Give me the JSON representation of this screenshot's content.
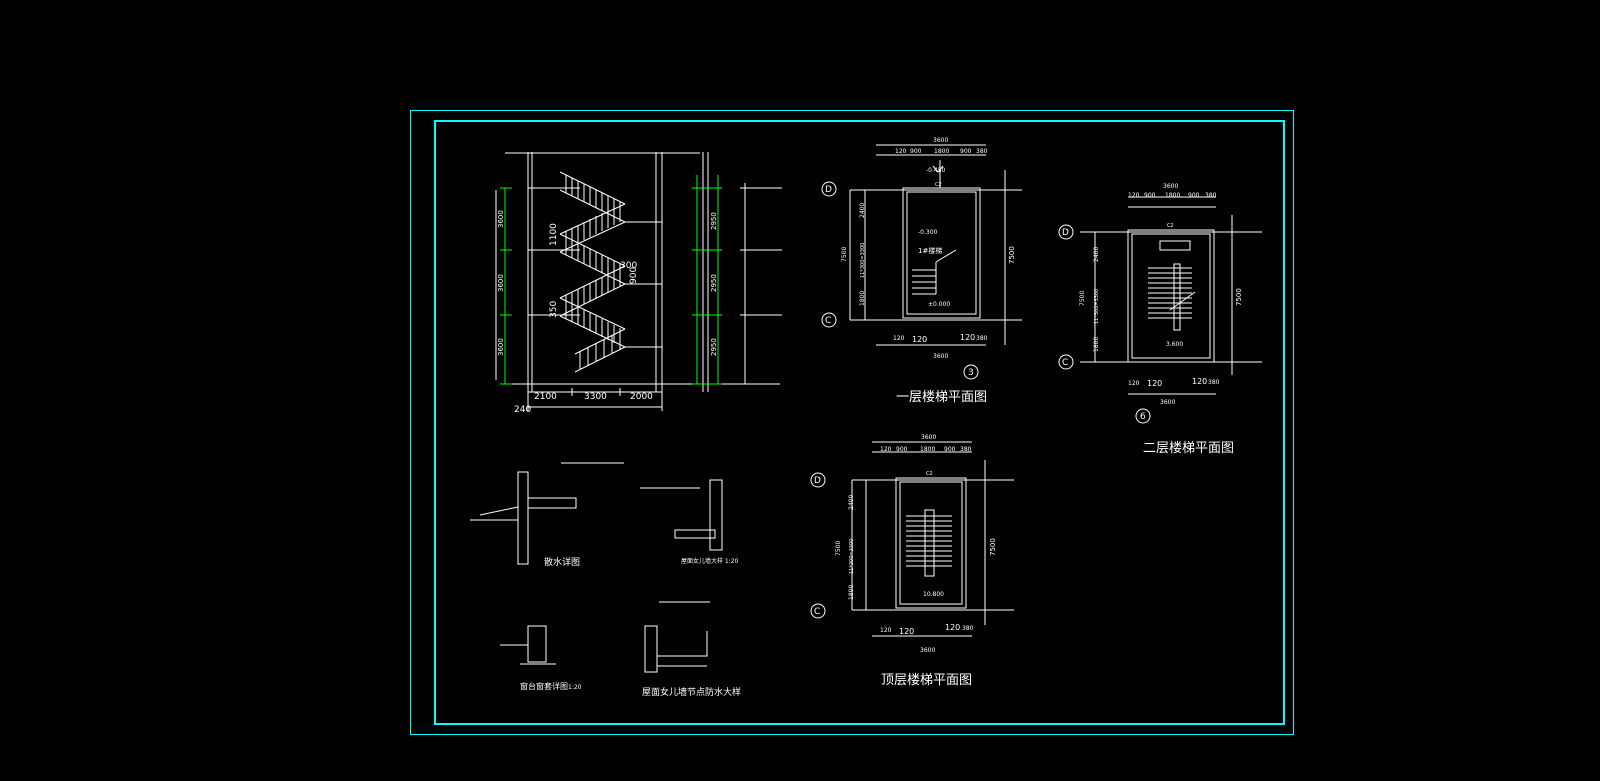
{
  "frame_color": "#00ffff",
  "line_color": "#ffffff",
  "dim_color": "#00ff00",
  "section": {
    "dims_bottom": [
      "2100",
      "3300",
      "2000"
    ],
    "dim_240": "240",
    "dims_left": [
      "3600",
      "3600",
      "3600"
    ],
    "dims_right": [
      "2950",
      "2950",
      "2950"
    ],
    "label_1100": "1100",
    "label_900": "900",
    "label_300": "300",
    "label_350": "350"
  },
  "plan1": {
    "title": "一层楼梯平面图",
    "axis_top": "D",
    "axis_bottom": "C",
    "axis_col": "3",
    "dim_top": "3600",
    "dims_top2": [
      "120",
      "900",
      "1800",
      "900",
      "380"
    ],
    "dim_bottom": "3600",
    "dims_bottom2": [
      "120",
      "120",
      "120",
      "380"
    ],
    "dim_right": "7500",
    "dim_left": "7500",
    "dim_left2": "2400",
    "dim_left3": "11*300=3300",
    "dim_left4": "1800",
    "level1": "-0.450",
    "level2": "-0.300",
    "level3": "±0.000",
    "note": "1#楼梯",
    "mark_c2": "C2"
  },
  "plan2": {
    "title": "二层楼梯平面图",
    "axis_top": "D",
    "axis_bottom": "C",
    "axis_col": "6",
    "dim_top": "3600",
    "dims_top2": [
      "120",
      "900",
      "1800",
      "900",
      "380"
    ],
    "dim_bottom": "3600",
    "dims_bottom2": [
      "120",
      "120",
      "120",
      "380"
    ],
    "dim_right": "7500",
    "dim_left": "7500",
    "dim_left2": "2400",
    "dim_left3": "11*300=3300",
    "dim_left4": "1800",
    "level": "3.600",
    "mark_c2": "C2"
  },
  "plan3": {
    "title": "顶层楼梯平面图",
    "axis_top": "D",
    "axis_bottom": "C",
    "dim_top": "3600",
    "dims_top2": [
      "120",
      "900",
      "1800",
      "900",
      "380"
    ],
    "dim_bottom": "3600",
    "dims_bottom2": [
      "120",
      "120",
      "120",
      "380"
    ],
    "dim_right": "7500",
    "dim_left": "7500",
    "dim_left2": "2400",
    "dim_left3": "11*300=3300",
    "dim_left4": "1800",
    "level": "10.800",
    "mark_c2": "C2"
  },
  "details": {
    "d1_title": "散水详图",
    "d2_title": "屋面女儿墙大样 1:20",
    "d3_title": "窗台窗套详图",
    "d3_scale": "1:20",
    "d4_title": "屋面女儿墙节点防水大样"
  }
}
